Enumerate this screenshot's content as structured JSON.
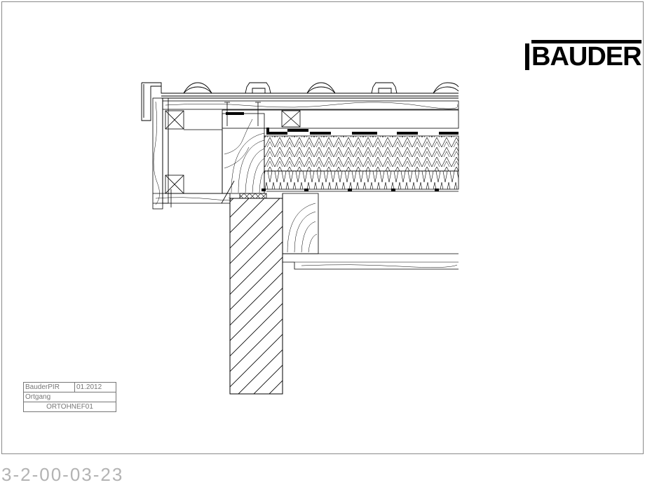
{
  "logo": {
    "text": "BAUDER"
  },
  "title_block": {
    "product": "BauderPIR",
    "date": "01.2012",
    "description": "Ortgang",
    "drawing_code": "ORTOHNEF01"
  },
  "drawing_number": "3-2-00-03-23",
  "colors": {
    "line": "#000000",
    "frame": "#8a8a8a",
    "label_text": "#777777",
    "number_text": "#b3b3b3"
  }
}
